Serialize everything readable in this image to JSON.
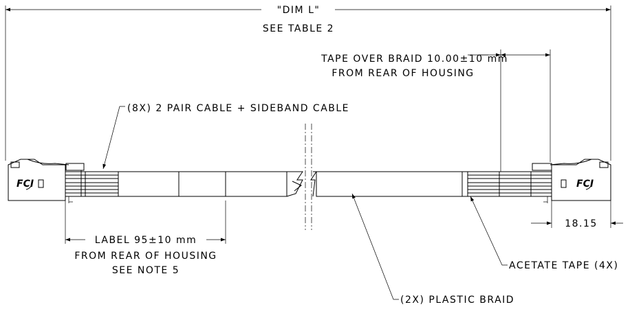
{
  "labels": {
    "dim_l": "\"DIM L\"",
    "see_table": "SEE TABLE 2",
    "tape_over_braid_1": "TAPE OVER BRAID 10.00±10 mm",
    "tape_over_braid_2": "FROM REAR OF HOUSING",
    "cable_callout": "(8X) 2 PAIR CABLE + SIDEBAND CABLE",
    "label_dim": "LABEL 95±10 mm",
    "label_from_rear": "FROM REAR OF HOUSING",
    "label_see_note": "SEE NOTE 5",
    "acetate_tape": "ACETATE TAPE (4X)",
    "plastic_braid": "(2X) PLASTIC BRAID",
    "dim_18": "18.15",
    "logo_left": "FCI",
    "logo_right": "FCI"
  }
}
